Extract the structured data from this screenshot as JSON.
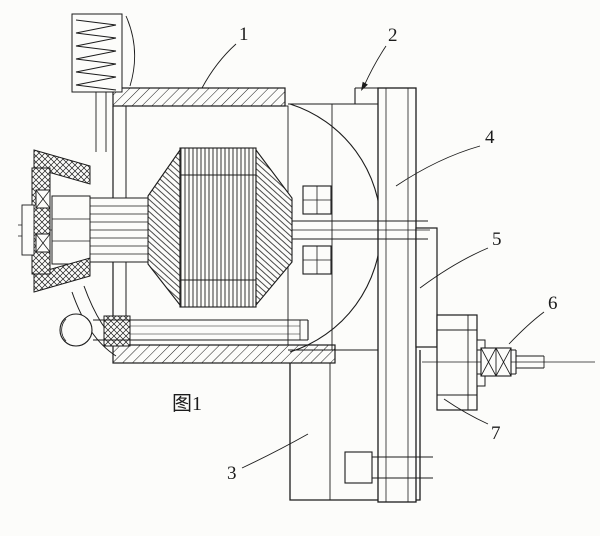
{
  "figure": {
    "caption": "图1",
    "callouts": {
      "c1": "1",
      "c2": "2",
      "c3": "3",
      "c4": "4",
      "c5": "5",
      "c6": "6",
      "c7": "7"
    }
  },
  "colors": {
    "ink": "#1c1c1c",
    "paper": "#fcfcfa"
  }
}
